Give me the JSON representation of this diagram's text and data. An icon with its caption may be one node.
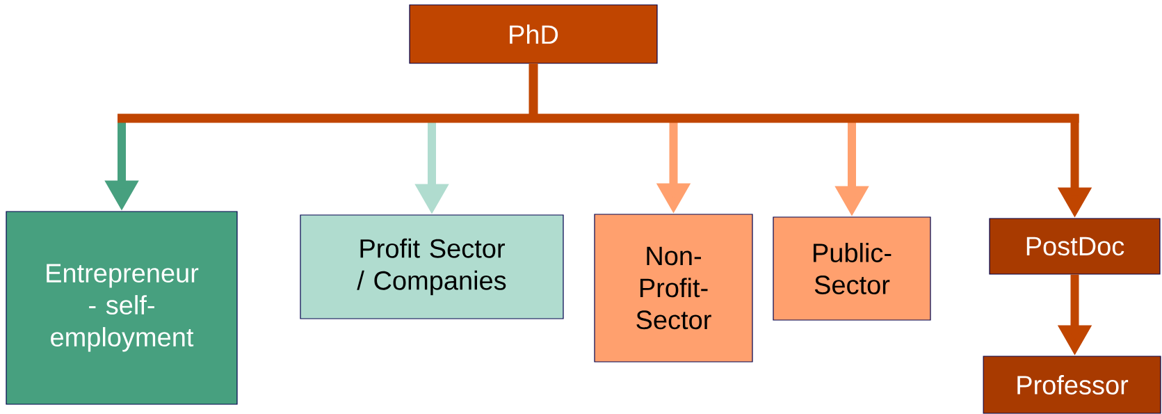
{
  "diagram": {
    "nodes": [
      {
        "text": [
          "PhD"
        ]
      },
      {
        "text": [
          "Entrepreneur - self-employment"
        ]
      },
      {
        "text": [
          "Profit Sector / Companies"
        ]
      },
      {
        "text": [
          "Non-Profit-Sector"
        ]
      },
      {
        "text": [
          "Public-Sector"
        ]
      },
      {
        "text": [
          "PostDoc"
        ]
      },
      {
        "text": [
          "Professor"
        ]
      }
    ],
    "edges": [
      {
        "from": 0,
        "to": 1,
        "arrow": "to",
        "color": "#47a07f"
      },
      {
        "from": 0,
        "to": 2,
        "arrow": "to",
        "color": "#b0dccf"
      },
      {
        "from": 0,
        "to": 3,
        "arrow": "to",
        "color": "#ffa06e"
      },
      {
        "from": 0,
        "to": 4,
        "arrow": "to",
        "color": "#ffa06e"
      },
      {
        "from": 0,
        "to": 5,
        "arrow": "to",
        "color": "#c04500"
      },
      {
        "from": 5,
        "to": 6,
        "arrow": "to",
        "color": "#c04500"
      }
    ]
  }
}
